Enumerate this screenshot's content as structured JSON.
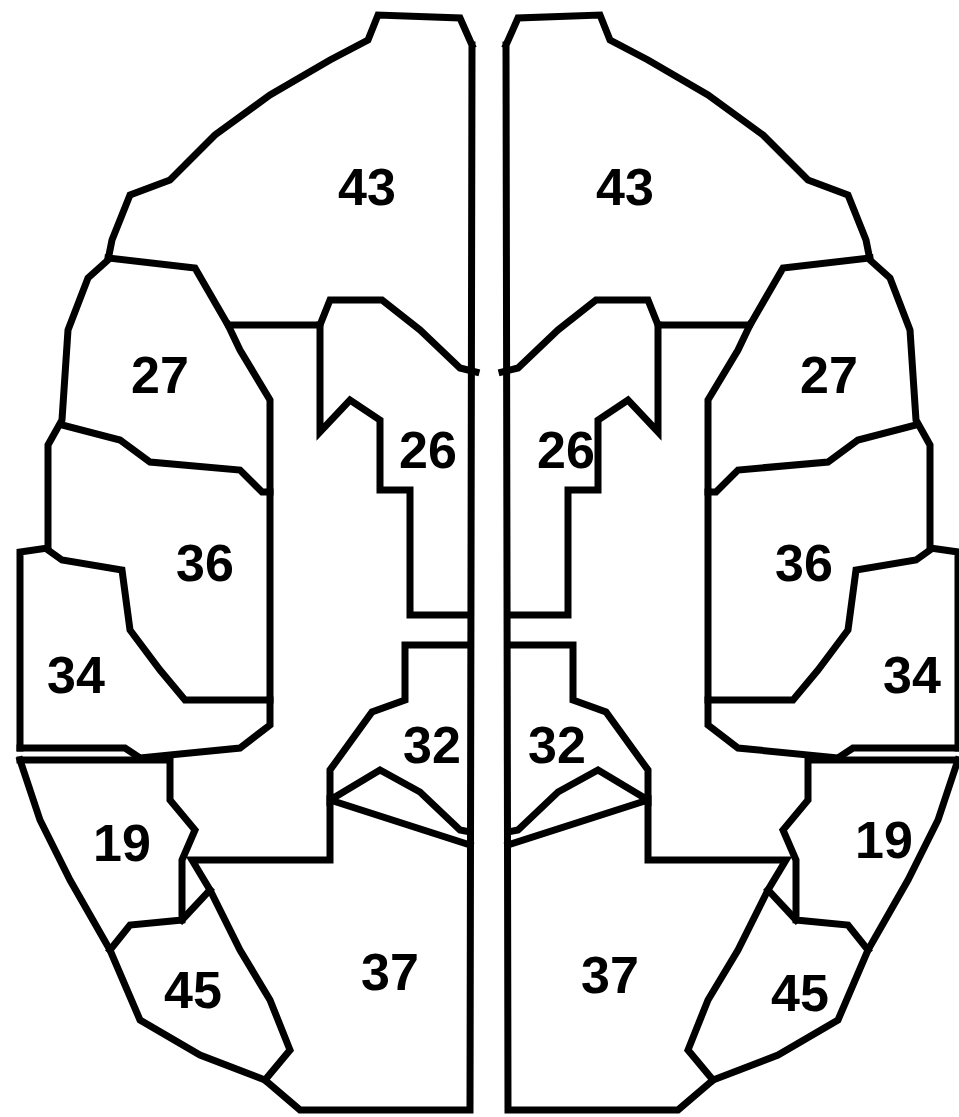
{
  "diagram": {
    "labels": [
      "43",
      "43",
      "27",
      "27",
      "26",
      "26",
      "36",
      "36",
      "34",
      "34",
      "32",
      "32",
      "19",
      "19",
      "37",
      "45",
      "37",
      "45"
    ]
  }
}
